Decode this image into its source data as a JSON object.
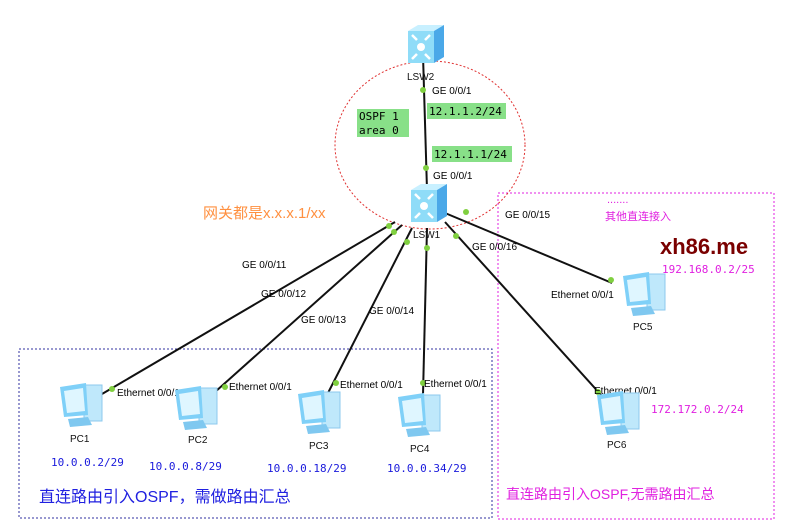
{
  "devices": {
    "lsw2": "LSW2",
    "lsw1": "LSW1",
    "pcs": [
      "PC1",
      "PC2",
      "PC3",
      "PC4",
      "PC5",
      "PC6"
    ]
  },
  "ospf": {
    "line1": "OSPF 1",
    "line2": "area 0"
  },
  "links": {
    "lsw2_port": "GE 0/0/1",
    "lsw1_up_port": "GE 0/0/1",
    "lsw2_ip": "12.1.1.2/24",
    "lsw1_ip": "12.1.1.1/24",
    "ge11": "GE 0/0/11",
    "ge12": "GE 0/0/12",
    "ge13": "GE 0/0/13",
    "ge14": "GE 0/0/14",
    "ge15": "GE 0/0/15",
    "ge16": "GE 0/0/16",
    "pc_port": "Ethernet 0/0/1"
  },
  "pc_ips": [
    "10.0.0.2/29",
    "10.0.0.8/29",
    "10.0.0.18/29",
    "10.0.0.34/29",
    "192.168.0.2/25",
    "172.172.0.2/24"
  ],
  "notes": {
    "gateway": "网关都是x.x.x.1/xx",
    "dots": ".......",
    "other_direct": "其他直连接入",
    "left_box": "直连路由引入OSPF，需做路由汇总",
    "right_box": "直连路由引入OSPF,无需路由汇总",
    "watermark": "xh86.me"
  },
  "colors": {
    "label_bg": "#88e088",
    "ellipse": "#e03030",
    "magenta": "#e020e0",
    "ip_blue": "#1a1adc",
    "gateway": "#ff9040",
    "link_dot": "#80d040"
  }
}
